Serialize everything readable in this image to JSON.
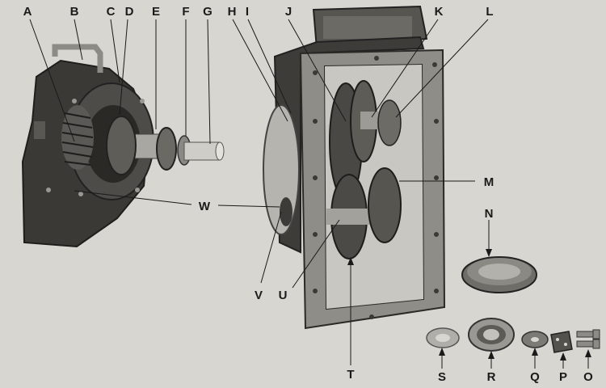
{
  "figure": {
    "palette": {
      "background": "#d8d6d0",
      "metal_dark": "#2e2d2a",
      "metal_mid": "#6b6964",
      "metal_light": "#b9b7b1",
      "ink": "#1a1a1a"
    },
    "callouts": {
      "a": "A",
      "b": "B",
      "c": "C",
      "d": "D",
      "e": "E",
      "f": "F",
      "g": "G",
      "h": "H",
      "i": "I",
      "j": "J",
      "k": "K",
      "l": "L",
      "m": "M",
      "n": "N",
      "o": "O",
      "p": "P",
      "q": "Q",
      "r": "R",
      "s": "S",
      "t": "T",
      "u": "U",
      "v": "V",
      "w": "W"
    }
  }
}
